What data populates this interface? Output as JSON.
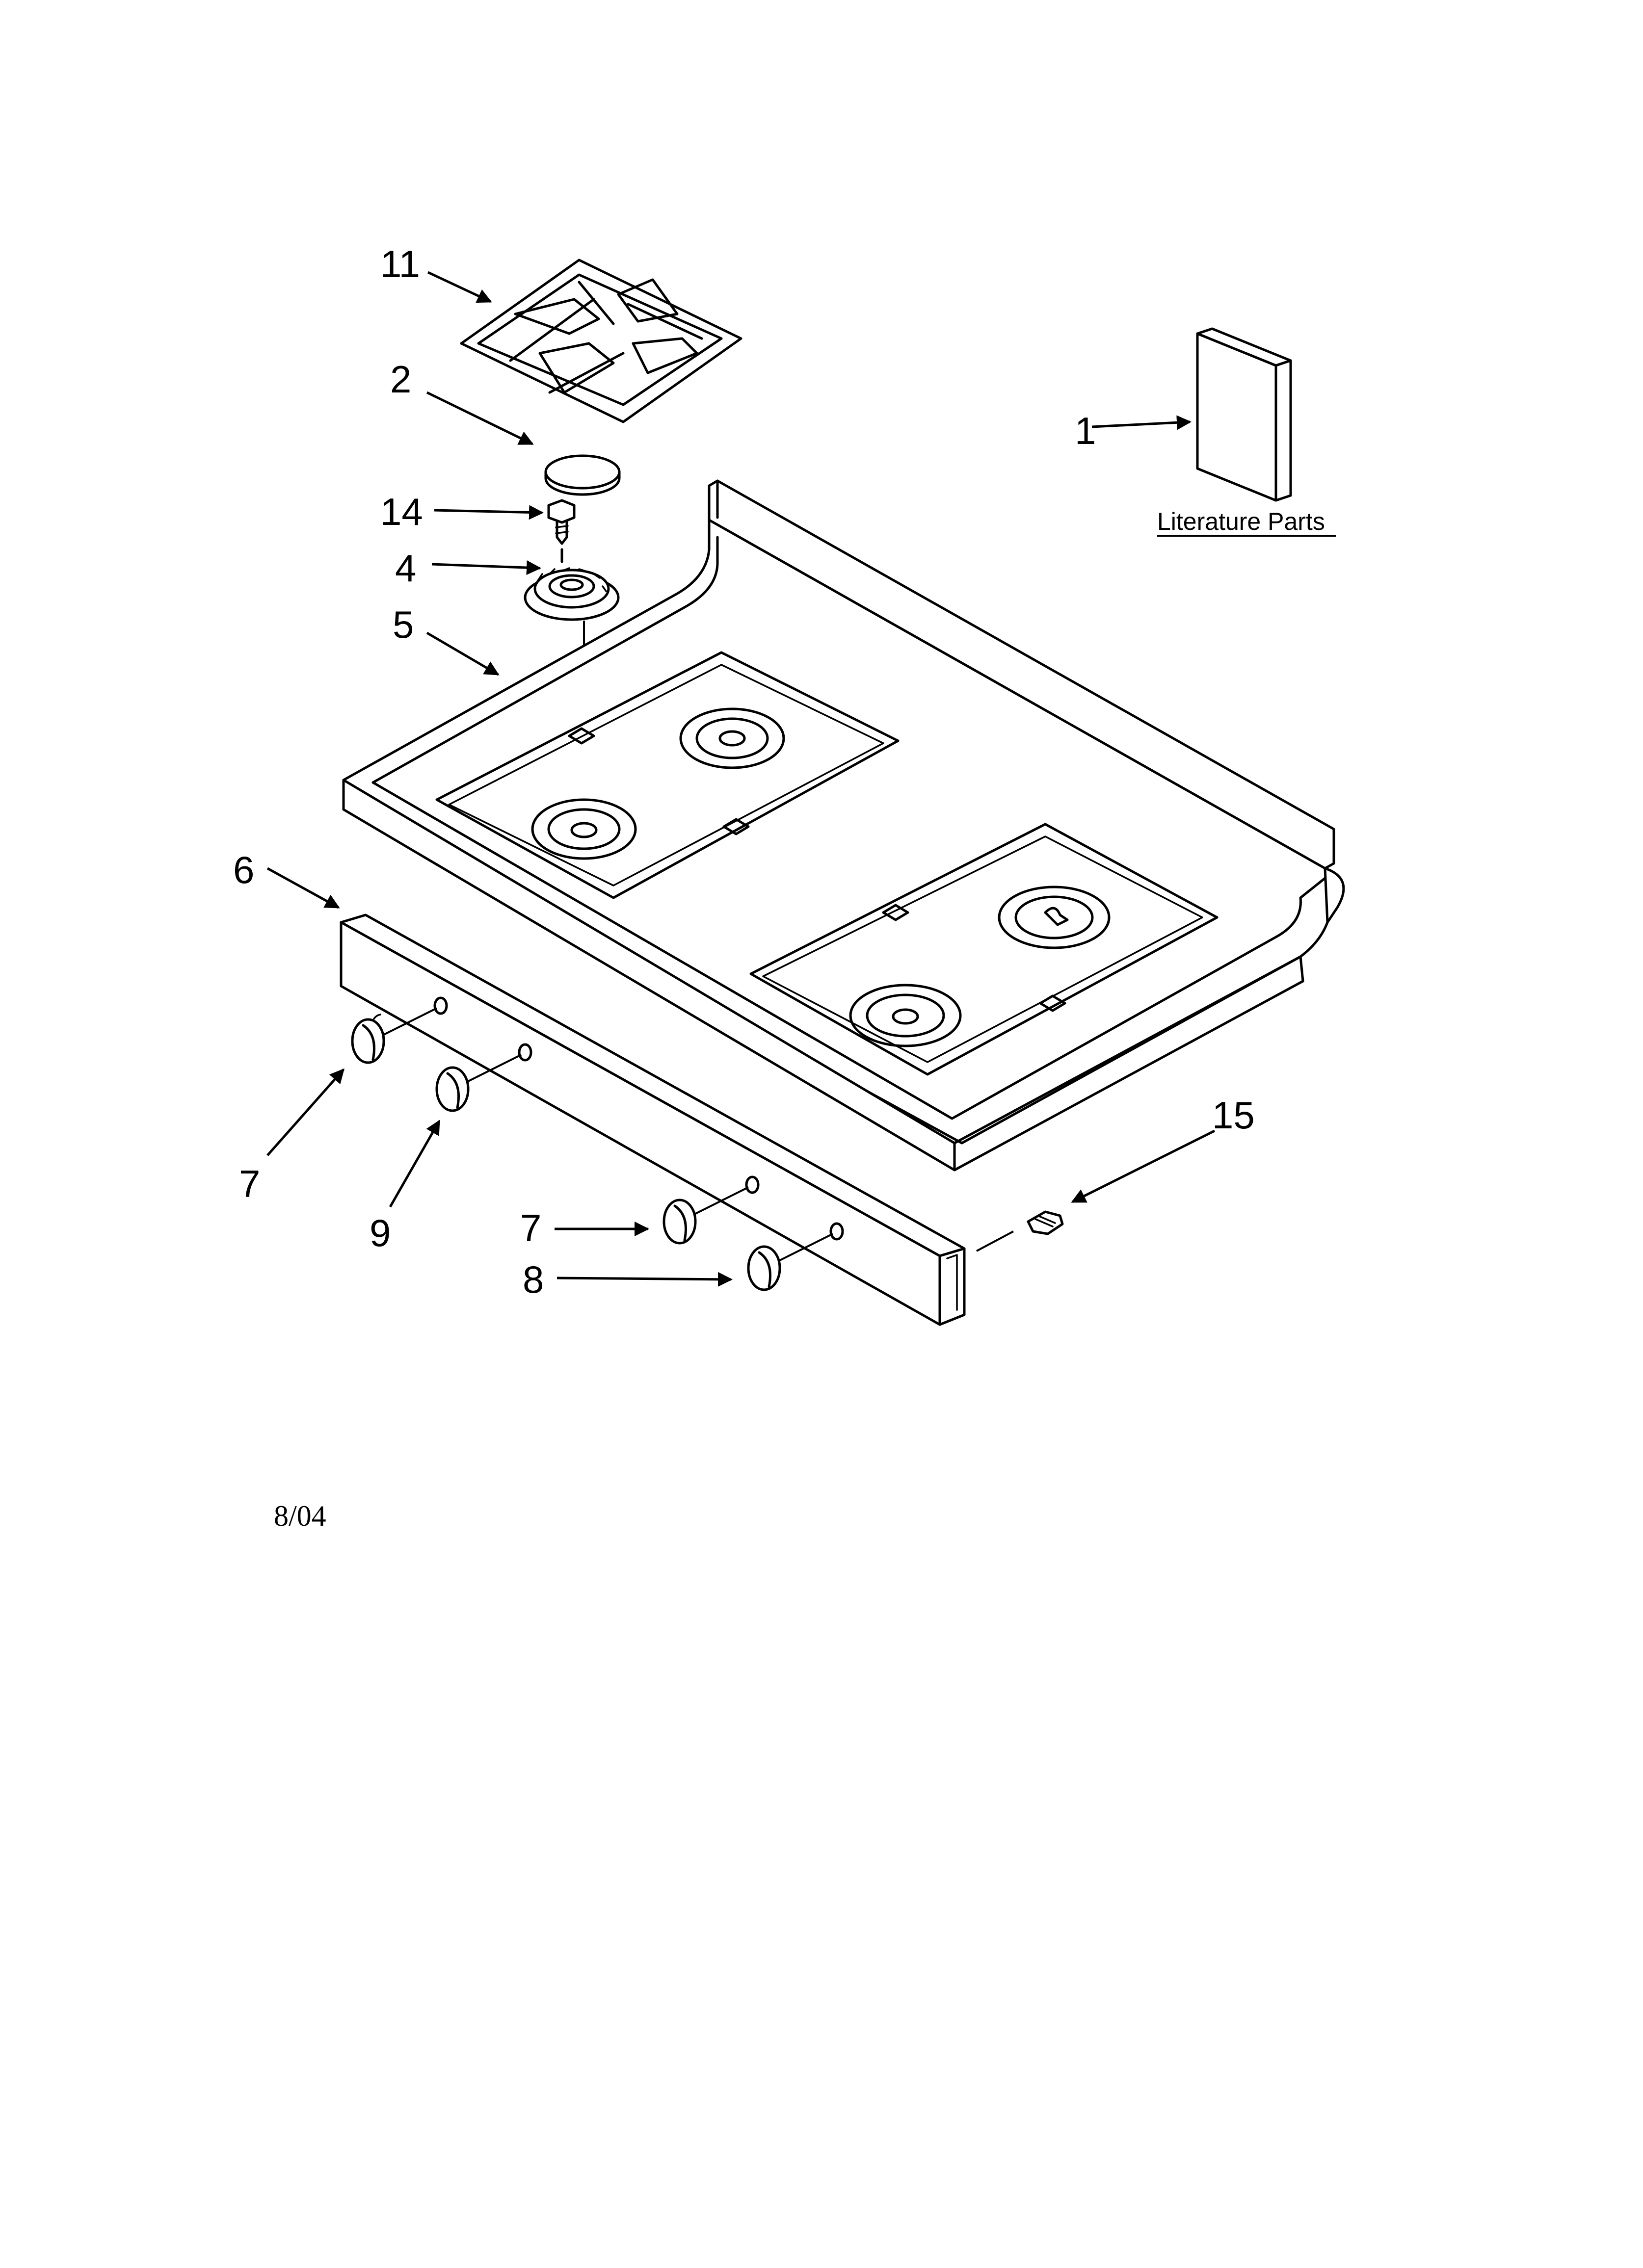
{
  "diagram": {
    "callouts": {
      "c11": "11",
      "c2": "2",
      "c14": "14",
      "c4": "4",
      "c5": "5",
      "c1": "1",
      "c6": "6",
      "c7a": "7",
      "c9": "9",
      "c7b": "7",
      "c8": "8",
      "c15": "15"
    },
    "literature_label": "Literature Parts",
    "date": "8/04"
  }
}
